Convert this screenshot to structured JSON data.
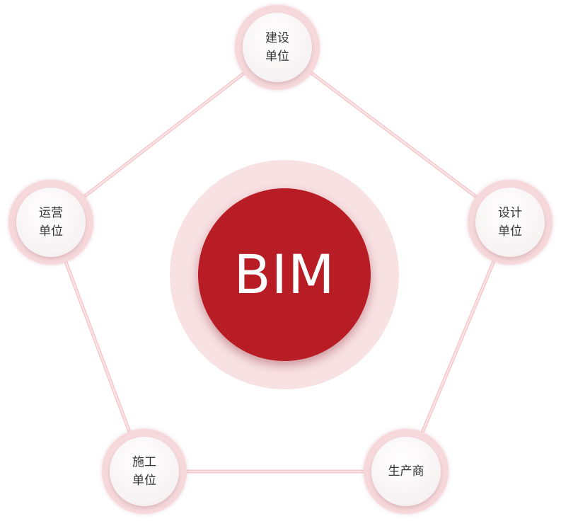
{
  "center": {
    "label": "BIM"
  },
  "nodes": {
    "top": {
      "label": "建设\n单位"
    },
    "right": {
      "label": "设计\n单位"
    },
    "bottom_right": {
      "label": "生产商"
    },
    "bottom_left": {
      "label": "施工\n单位"
    },
    "left": {
      "label": "运营\n单位"
    }
  },
  "colors": {
    "center_fill": "#b81c25",
    "center_halo": "#f8e1e3",
    "edge_line": "#f5c9cd",
    "node_ring": "#f6d7da",
    "text": "#333333"
  }
}
